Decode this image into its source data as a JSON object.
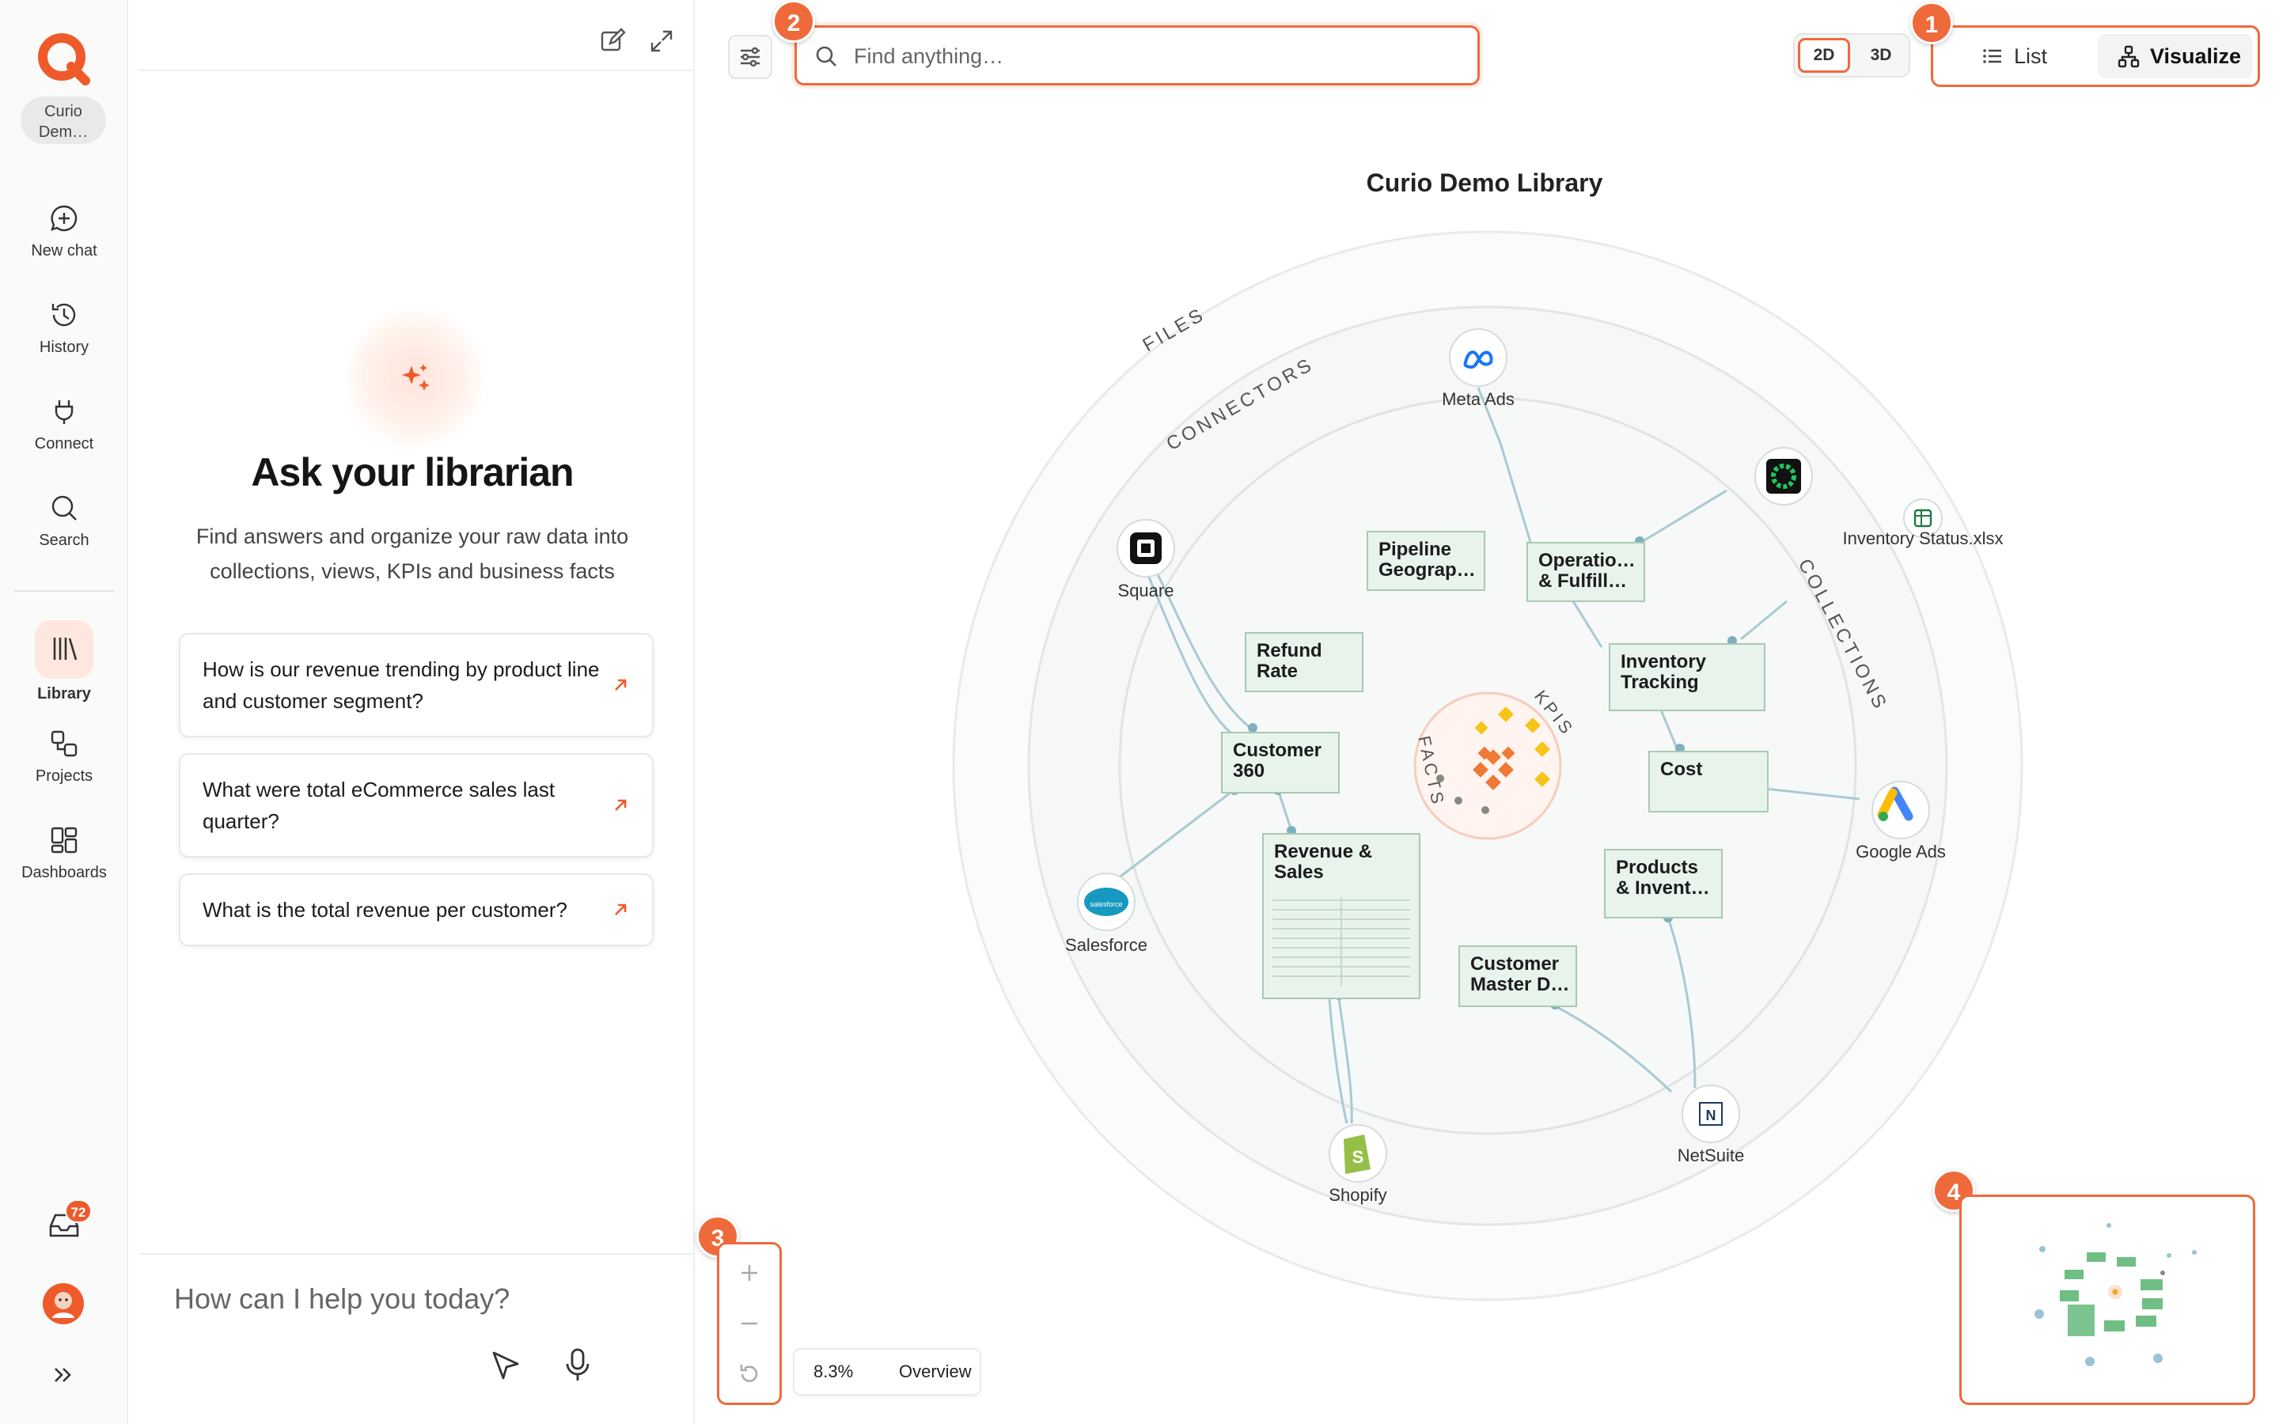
{
  "rail": {
    "workspace": "Curio Dem…",
    "items": [
      {
        "label": "New chat",
        "icon": "new-chat-icon"
      },
      {
        "label": "History",
        "icon": "history-icon"
      },
      {
        "label": "Connect",
        "icon": "plug-icon"
      },
      {
        "label": "Search",
        "icon": "search-icon"
      },
      {
        "label": "Library",
        "icon": "library-icon"
      },
      {
        "label": "Projects",
        "icon": "projects-icon"
      },
      {
        "label": "Dashboards",
        "icon": "dashboards-icon"
      }
    ],
    "inbox_count": "72",
    "active": "Library"
  },
  "chat": {
    "title": "Ask your librarian",
    "subtitle": "Find answers and organize your raw data into collections, views, KPIs and business facts",
    "suggestions": [
      "How is our revenue trending by product line and customer segment?",
      "What were total eCommerce sales last quarter?",
      "What is the total revenue per customer?"
    ],
    "input_placeholder": "How can I help you today?"
  },
  "canvas": {
    "search_placeholder": "Find anything…",
    "dims": [
      "2D",
      "3D"
    ],
    "dim_selected": "2D",
    "views": [
      "List",
      "Visualize"
    ],
    "view_selected": "Visualize",
    "library_title": "Curio Demo Library",
    "rings": [
      "FILES",
      "CONNECTORS",
      "COLLECTIONS",
      "KPIS",
      "FACTS"
    ],
    "connectors": [
      "Meta Ads",
      "Square",
      "Salesforce",
      "Shopify",
      "NetSuite",
      "Google Ads"
    ],
    "file": "Inventory Status.xlsx",
    "collections": [
      [
        "Pipeline",
        "Geograp…"
      ],
      [
        "Operatio…",
        "& Fulfill…"
      ],
      [
        "Refund",
        "Rate"
      ],
      [
        "Inventory",
        "Tracking"
      ],
      [
        "Customer",
        "360"
      ],
      [
        "Cost"
      ],
      [
        "Revenue &",
        "Sales"
      ],
      [
        "Products",
        "& Invent…"
      ],
      [
        "Customer",
        "Master D…"
      ]
    ],
    "zoom_level": "8.3%",
    "overview_label": "Overview",
    "callouts": [
      "1",
      "2",
      "3",
      "4"
    ],
    "colors": {
      "accent": "#ef6a3b",
      "card": "#e8f3ec",
      "card_border": "#a9c9b3",
      "edge": "#a8cad4"
    }
  }
}
